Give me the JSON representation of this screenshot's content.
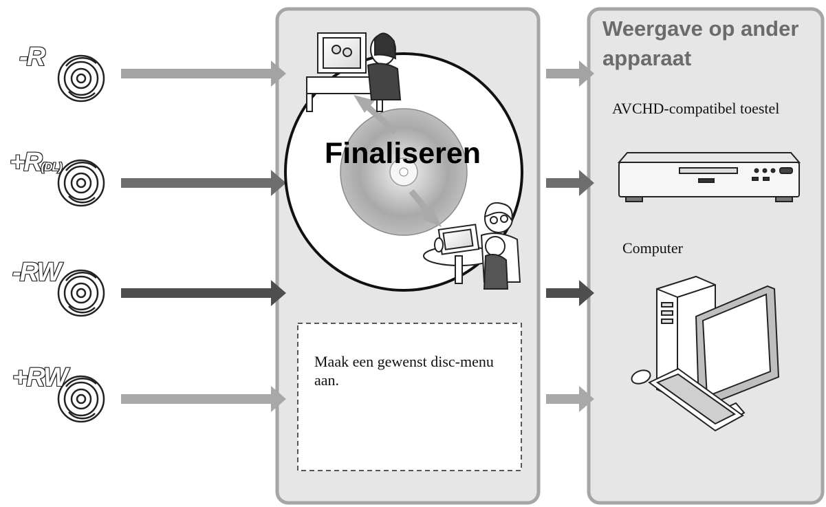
{
  "discs": [
    {
      "main": "-R",
      "suffix": ""
    },
    {
      "main": "+R",
      "suffix": "(DL)"
    },
    {
      "main": "-RW",
      "suffix": ""
    },
    {
      "main": "+RW",
      "suffix": ""
    }
  ],
  "center": {
    "finalize_label": "Finaliseren",
    "menu_note": "Maak een gewenst disc-menu aan."
  },
  "right_panel": {
    "title": "Weergave op ander apparaat",
    "devices": [
      {
        "label": "AVCHD-compatibel toestel"
      },
      {
        "label": "Computer"
      }
    ]
  },
  "colors": {
    "panel_fill": "#e6e6e6",
    "panel_border": "#a6a6a6",
    "arrow_light": "#9a9a9a",
    "arrow_dark": "#5a5a5a",
    "title_gray": "#6b6b6b"
  }
}
